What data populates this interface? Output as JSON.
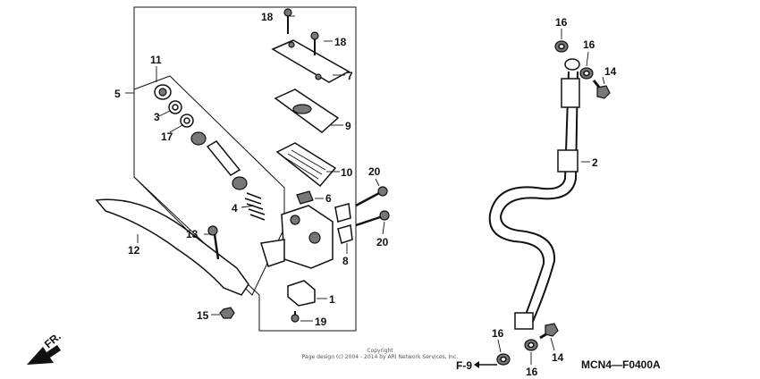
{
  "diagram_code": "MCN4—F0400A",
  "direction_label": "FR.",
  "reference_label": "F-9",
  "copyright_line1": "Copyright",
  "copyright_line2": "Page design (c) 2004 - 2014 by ARI Network Services, Inc.",
  "callouts": {
    "c1": "1",
    "c2": "2",
    "c3": "3",
    "c4": "4",
    "c5": "5",
    "c6": "6",
    "c7": "7",
    "c8": "8",
    "c9": "9",
    "c10": "10",
    "c11": "11",
    "c12": "12",
    "c13": "13",
    "c14a": "14",
    "c14b": "14",
    "c15": "15",
    "c16a": "16",
    "c16b": "16",
    "c16c": "16",
    "c16d": "16",
    "c17": "17",
    "c18a": "18",
    "c18b": "18",
    "c19": "19",
    "c20a": "20",
    "c20b": "20"
  }
}
